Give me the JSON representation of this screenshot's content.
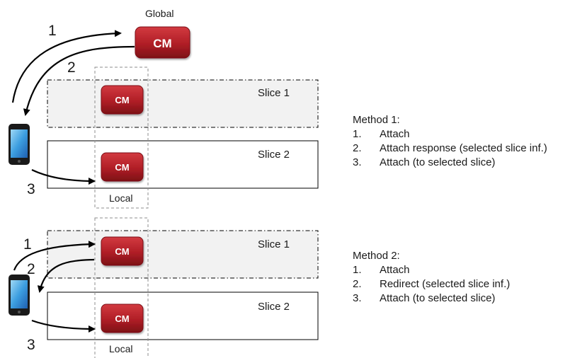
{
  "global_label": "Global",
  "cm_label": "CM",
  "local_label": "Local",
  "diagram1": {
    "slices": [
      "Slice 1",
      "Slice 2"
    ],
    "steps": [
      "1",
      "2",
      "3"
    ]
  },
  "diagram2": {
    "slices": [
      "Slice 1",
      "Slice 2"
    ],
    "steps": [
      "1",
      "2",
      "3"
    ]
  },
  "method1": {
    "title": "Method 1:",
    "items": [
      {
        "num": "1.",
        "text": "Attach"
      },
      {
        "num": "2.",
        "text": "Attach response (selected slice inf.)"
      },
      {
        "num": "3.",
        "text": "Attach (to selected slice)"
      }
    ]
  },
  "method2": {
    "title": "Method 2:",
    "items": [
      {
        "num": "1.",
        "text": "Attach"
      },
      {
        "num": "2.",
        "text": "Redirect (selected slice inf.)"
      },
      {
        "num": "3.",
        "text": "Attach (to selected slice)"
      }
    ]
  },
  "colors": {
    "cm_fill": "#b01e26",
    "cm_dark": "#7d1016",
    "slice_shaded_fill": "#f2f2f2",
    "slice_plain_fill": "#ffffff",
    "arrow": "#000000",
    "dashed_column": "#8c8c8c"
  },
  "icons": [
    "smartphone-icon"
  ]
}
